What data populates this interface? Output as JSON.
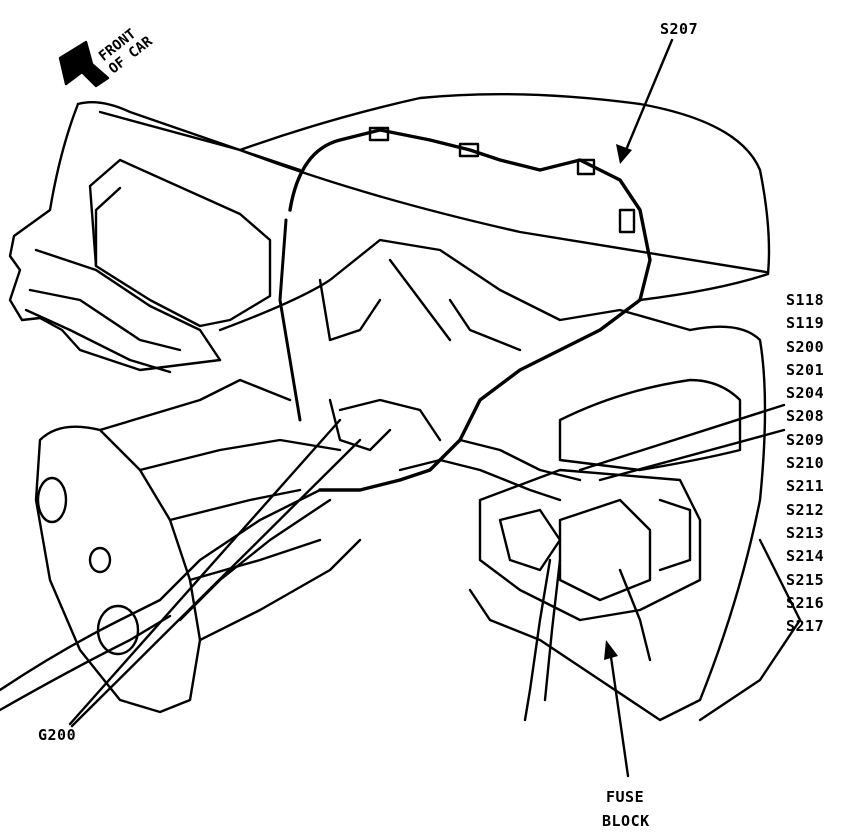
{
  "orientation": {
    "line1": "FRONT",
    "line2": "OF CAR"
  },
  "labels": {
    "top_splice": "S207",
    "ground": "G200",
    "fuse_block_line1": "FUSE",
    "fuse_block_line2": "BLOCK"
  },
  "splice_list": [
    "S118",
    "S119",
    "S200",
    "S201",
    "S204",
    "S208",
    "S209",
    "S210",
    "S211",
    "S212",
    "S213",
    "S214",
    "S215",
    "S216",
    "S217"
  ],
  "colors": {
    "ink": "#000000",
    "paper": "#ffffff"
  }
}
